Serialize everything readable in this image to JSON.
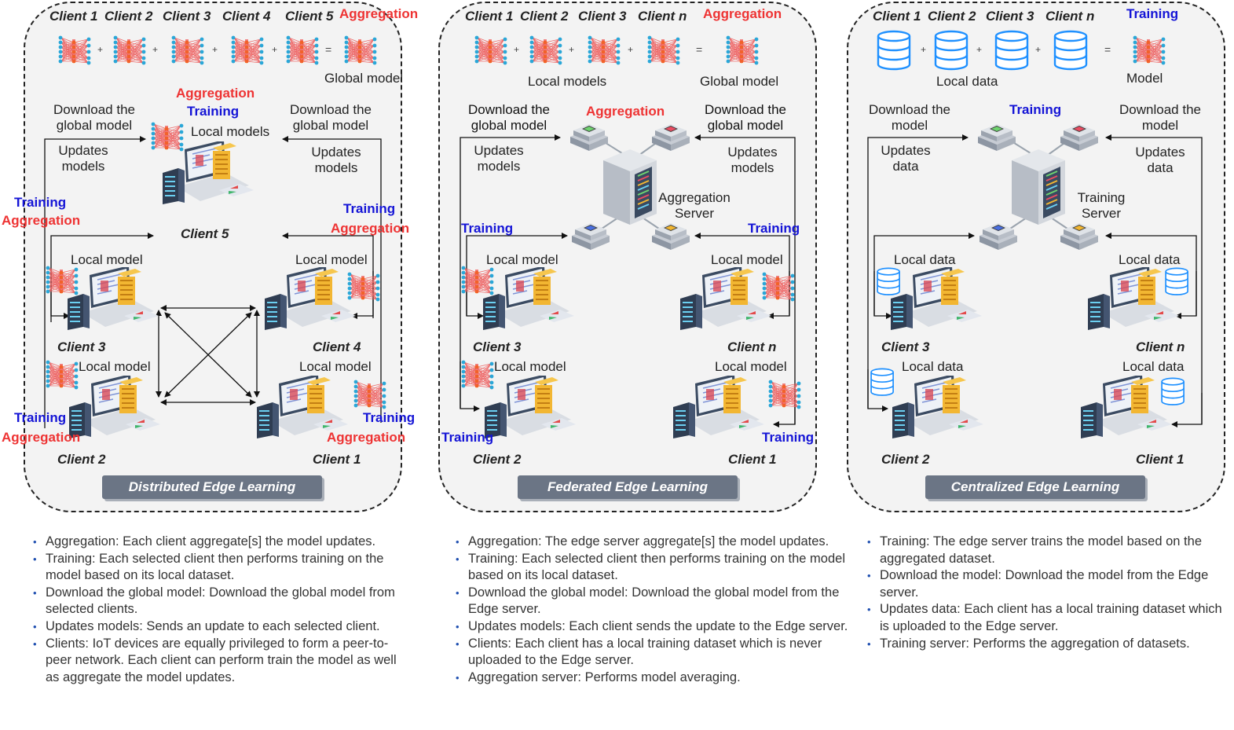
{
  "panels": {
    "distributed": {
      "title": "Distributed Edge Learning",
      "header_clients": [
        "Client 1",
        "Client 2",
        "Client 3",
        "Client 4",
        "Client 5"
      ],
      "header_aggregation": "Aggregation",
      "global_model": "Global model",
      "center_aggregation": "Aggregation",
      "center_training": "Training",
      "local_models": "Local models",
      "download_left": "Download the global model",
      "download_right": "Download the global model",
      "updates_left": "Updates models",
      "updates_right": "Updates models",
      "client5": "Client 5",
      "training": "Training",
      "aggregation": "Aggregation",
      "local_model": "Local model",
      "client3": "Client 3",
      "client4": "Client 4",
      "client2": "Client 2",
      "client1": "Client 1"
    },
    "federated": {
      "title": "Federated Edge Learning",
      "header_clients": [
        "Client 1",
        "Client 2",
        "Client 3",
        "Client n"
      ],
      "header_aggregation": "Aggregation",
      "local_models": "Local models",
      "global_model": "Global model",
      "download_left": "Download the global model",
      "download_right": "Download the global model",
      "aggregation": "Aggregation",
      "updates_left": "Updates models",
      "updates_right": "Updates models",
      "server": "Aggregation Server",
      "training": "Training",
      "local_model": "Local model",
      "client3": "Client 3",
      "clientn": "Client n",
      "client2": "Client 2",
      "client1": "Client 1"
    },
    "centralized": {
      "title": "Centralized Edge Learning",
      "header_clients": [
        "Client 1",
        "Client 2",
        "Client 3",
        "Client n"
      ],
      "header_training": "Training",
      "local_data": "Local data",
      "model": "Model",
      "download_left": "Download the model",
      "download_right": "Download the model",
      "training": "Training",
      "updates_left": "Updates data",
      "updates_right": "Updates data",
      "server": "Training Server",
      "client3": "Client 3",
      "clientn": "Client n",
      "client2": "Client 2",
      "client1": "Client 1"
    }
  },
  "notes": {
    "distributed": [
      "Aggregation: Each client aggregate[s] the model updates.",
      "Training: Each selected client then performs training on the model based on its local dataset.",
      "Download the global model: Download the global model from selected clients.",
      "Updates models: Sends an update to each selected client.",
      "Clients: IoT devices are equally privileged to form a peer-to-peer network. Each client can perform train the model as well as aggregate the model updates."
    ],
    "federated": [
      "Aggregation: The edge server aggregate[s] the model updates.",
      "Training: Each selected client then performs training on the model based on its local dataset.",
      "Download the global model: Download the global model from the Edge server.",
      "Updates models: Each client sends the update to the Edge server.",
      "Clients: Each client has a local training dataset which is never uploaded to the Edge server.",
      "Aggregation server: Performs model averaging."
    ],
    "centralized": [
      "Training: The edge server trains the model based on the aggregated dataset.",
      "Download the model: Download the model from the Edge server.",
      "Updates data: Each client has a local training dataset which is uploaded to the Edge server.",
      "Training server: Performs the aggregation of datasets."
    ]
  },
  "colors": {
    "aggregation": "#ee3333",
    "training": "#1414d6",
    "tag_bg": "#6b7585",
    "bullet": "#1f4fb0"
  },
  "icons": [
    "neural-network-icon",
    "laptop-client-icon",
    "edge-server-icon",
    "server-node-icon",
    "database-icon"
  ]
}
